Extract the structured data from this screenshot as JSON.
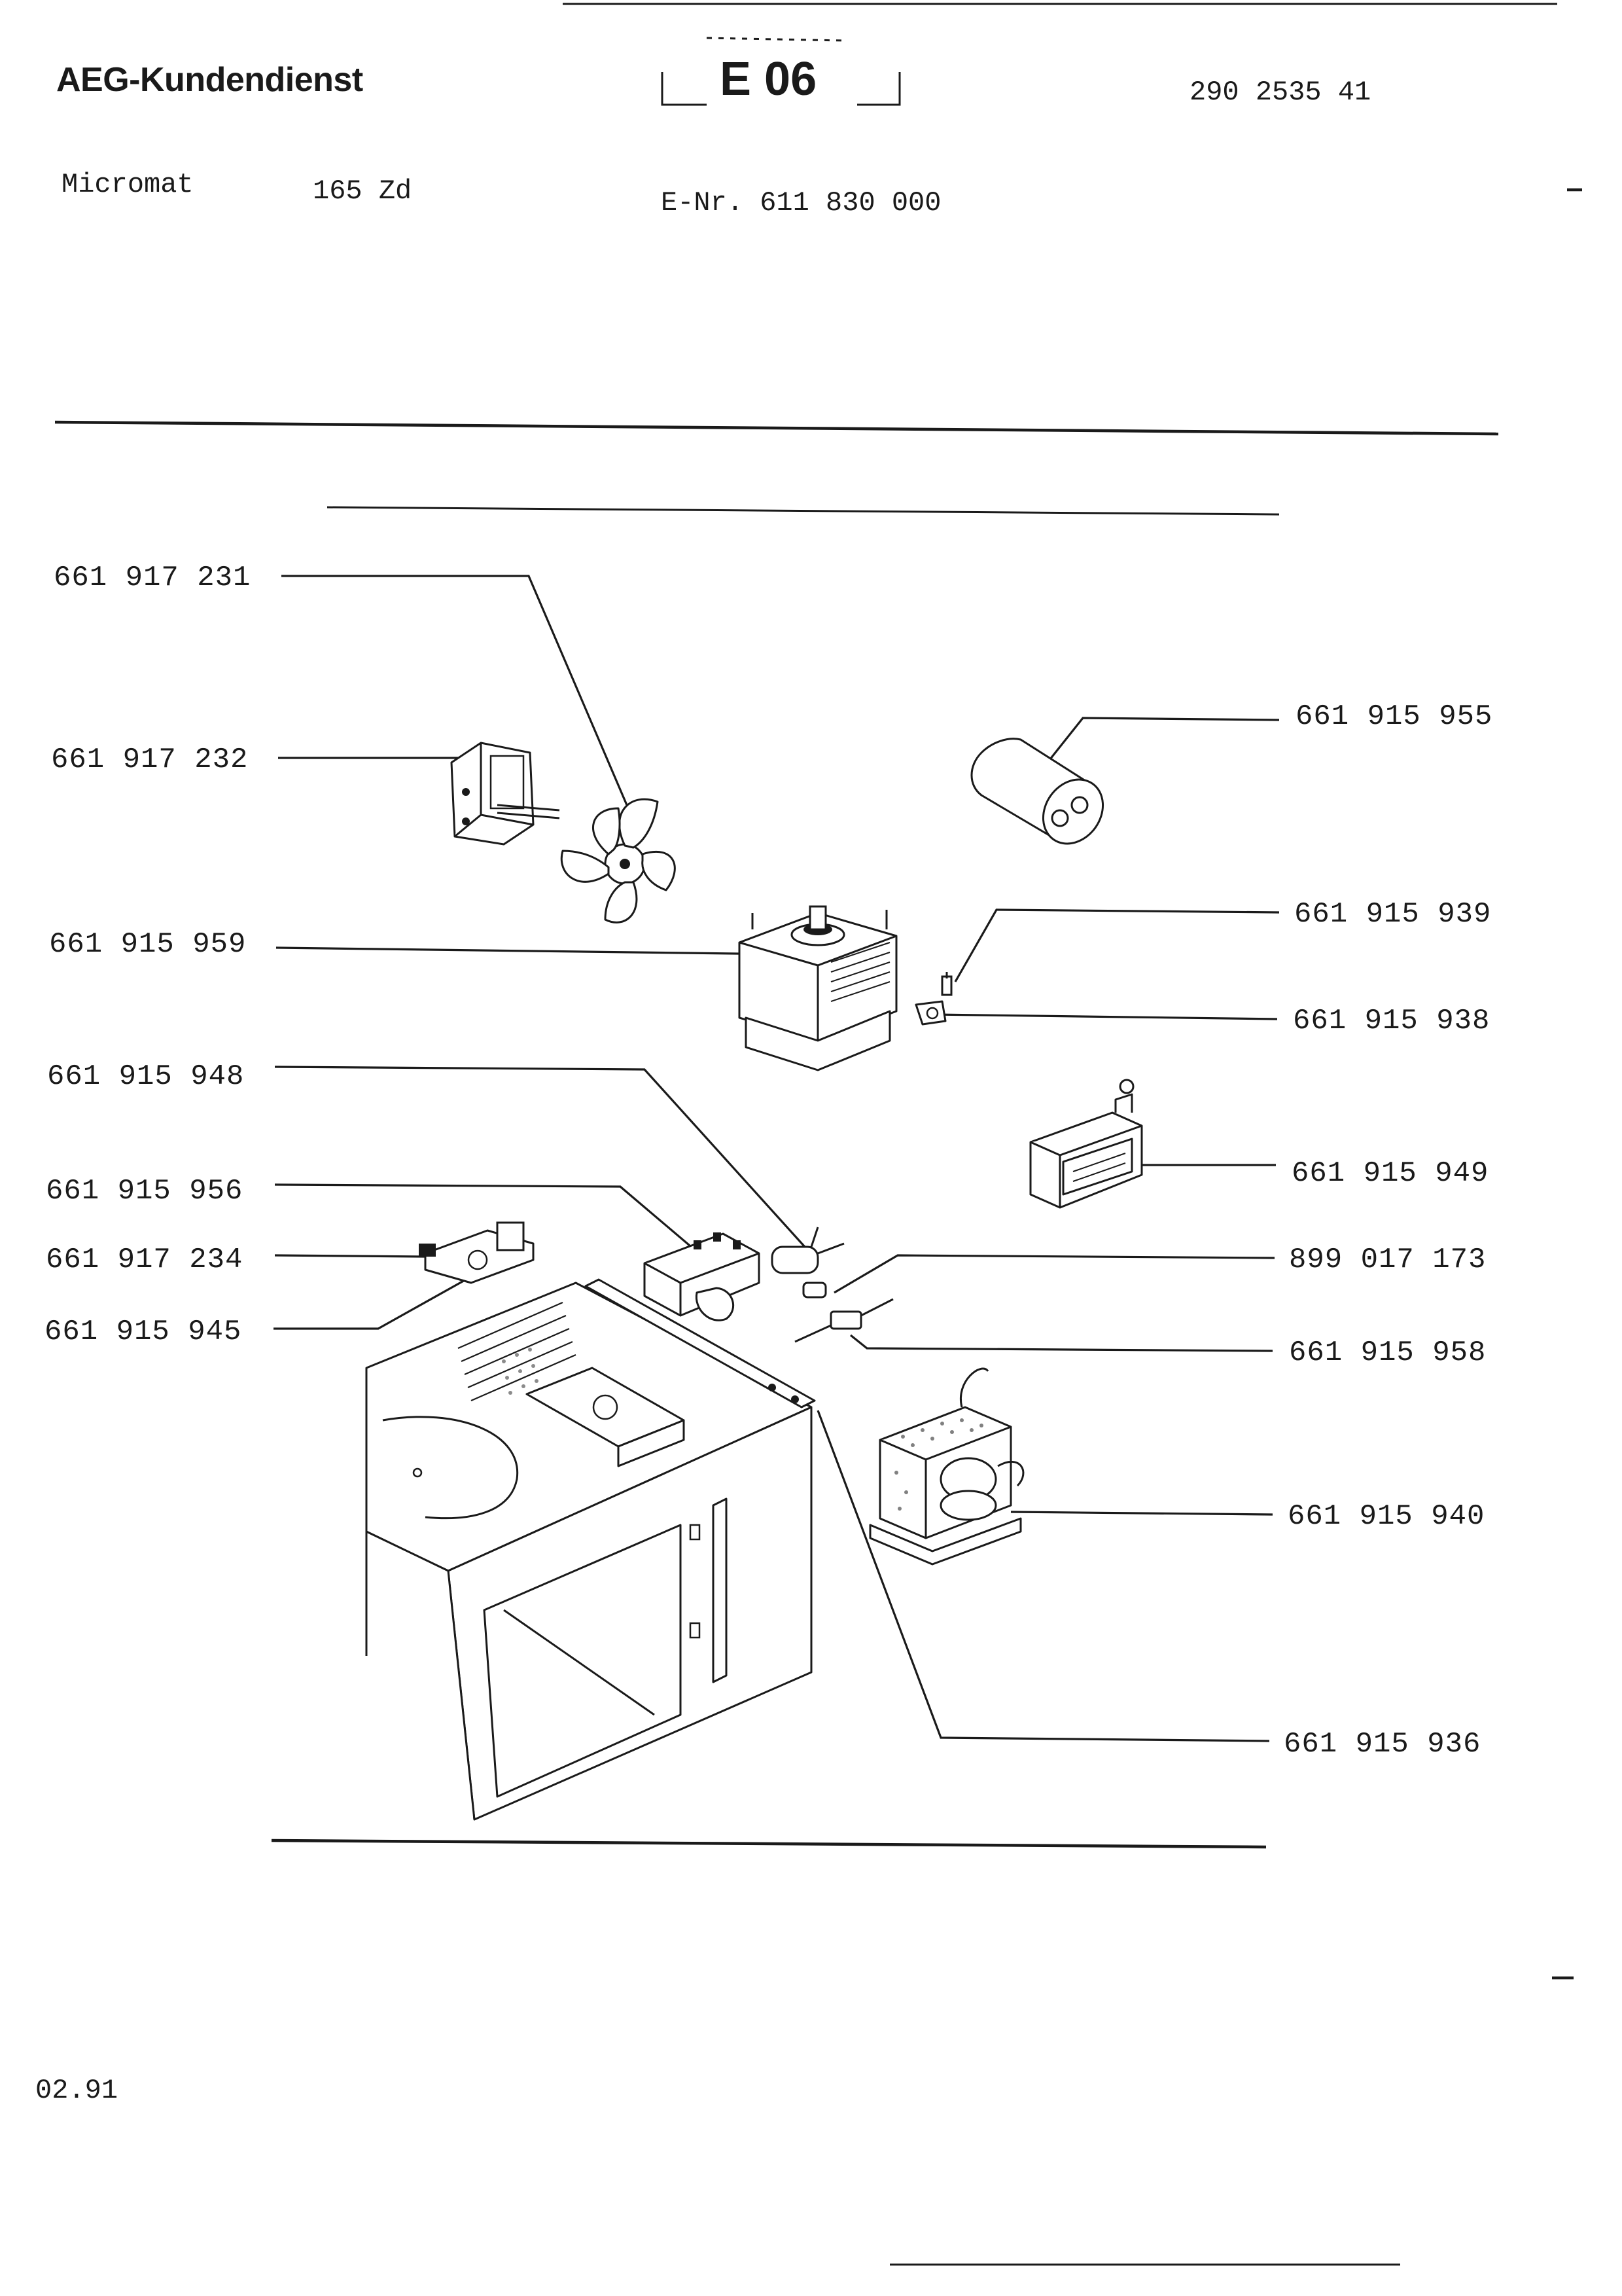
{
  "header": {
    "brand": "AEG-Kundendienst",
    "section_code": "E 06",
    "document_number": "290 2535 41"
  },
  "model": {
    "name": "Micromat",
    "variant": "165 Zd",
    "e_number": "E-Nr. 611 830 000"
  },
  "parts": [
    {
      "number": "661 917 231",
      "icon": "fan-blade-icon"
    },
    {
      "number": "661 917 232",
      "icon": "fan-motor-icon"
    },
    {
      "number": "661 915 959",
      "icon": "magnetron-icon"
    },
    {
      "number": "661 915 948",
      "icon": "capacitor-small-icon"
    },
    {
      "number": "661 915 956",
      "icon": "switch-bracket-icon"
    },
    {
      "number": "661 917 234",
      "icon": "thermal-switch-icon"
    },
    {
      "number": "661 915 945",
      "icon": "oven-housing-icon"
    },
    {
      "number": "661 915 955",
      "icon": "hv-capacitor-icon"
    },
    {
      "number": "661 915 939",
      "icon": "thermostat-icon"
    },
    {
      "number": "661 915 938",
      "icon": "thermo-clip-icon"
    },
    {
      "number": "661 915 949",
      "icon": "lamp-holder-icon"
    },
    {
      "number": "899 017 173",
      "icon": "fuse-icon"
    },
    {
      "number": "661 915 958",
      "icon": "hv-diode-icon"
    },
    {
      "number": "661 915 940",
      "icon": "hv-transformer-icon"
    },
    {
      "number": "661 915 936",
      "icon": "door-latch-bracket-icon"
    }
  ],
  "footer": {
    "date": "02.91"
  }
}
